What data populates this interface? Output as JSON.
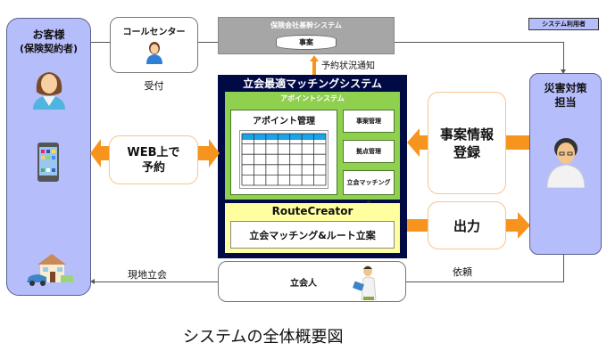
{
  "legend": {
    "label": "システム利用者"
  },
  "customer": {
    "title_line1": "お客様",
    "title_line2": "(保険契約者)"
  },
  "call_center": {
    "title": "コールセンター",
    "caption": "受付"
  },
  "core_system": {
    "title": "保険会社基幹システム",
    "db_label": "事案"
  },
  "notify_label": "予約状況通知",
  "matching_system": {
    "title": "立会最適マッチングシステム",
    "appoint_system": {
      "title": "アポイントシステム",
      "appoint_mgmt": "アポイント管理",
      "modules": [
        "事案管理",
        "拠点管理",
        "立会マッチング"
      ]
    },
    "route_creator": {
      "title": "RouteCreator",
      "function": "立会マッチング&ルート立案"
    }
  },
  "web_booking": {
    "line1": "WEB上で",
    "line2": "予約"
  },
  "case_registration": {
    "line1": "事案情報",
    "line2": "登録"
  },
  "output": {
    "label": "出力"
  },
  "disaster_officer": {
    "line1": "災害対策",
    "line2": "担当"
  },
  "inspector": {
    "label": "立会人"
  },
  "onsite_label": "現地立会",
  "request_label": "依頼",
  "caption": "システムの全体概要図",
  "colors": {
    "user_box": "#b6bdfb",
    "system_navy": "#000a45",
    "appoint_green": "#8fd04f",
    "route_yellow": "#ffff9f",
    "arrow_orange": "#f7941d",
    "core_gray": "#a6a6a6",
    "table_header": "#1aa3e8"
  }
}
